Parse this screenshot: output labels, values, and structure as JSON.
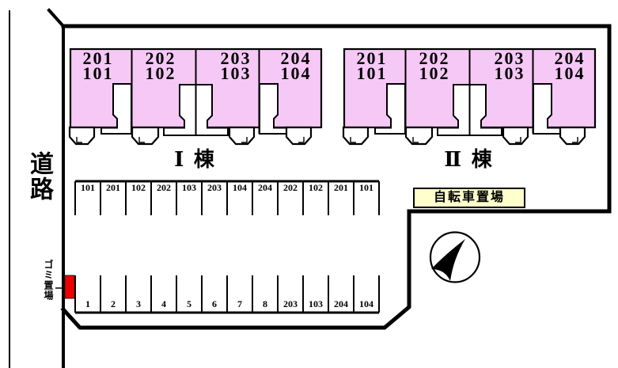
{
  "plan": {
    "road_label": "道路",
    "trash_label": "ゴミ置場",
    "bike_label": "自転車置場"
  },
  "buildings": [
    {
      "name": "Ⅰ 棟",
      "units": [
        {
          "upper": "201",
          "lower": "101"
        },
        {
          "upper": "202",
          "lower": "102"
        },
        {
          "upper": "203",
          "lower": "103"
        },
        {
          "upper": "204",
          "lower": "104"
        }
      ]
    },
    {
      "name": "Ⅱ 棟",
      "units": [
        {
          "upper": "201",
          "lower": "101"
        },
        {
          "upper": "202",
          "lower": "102"
        },
        {
          "upper": "203",
          "lower": "103"
        },
        {
          "upper": "204",
          "lower": "104"
        }
      ]
    }
  ],
  "parking": {
    "top_row": [
      "101",
      "201",
      "102",
      "202",
      "103",
      "203",
      "104",
      "204",
      "202",
      "102",
      "201",
      "101"
    ],
    "bottom_row": [
      "1",
      "2",
      "3",
      "4",
      "5",
      "6",
      "7",
      "8",
      "203",
      "103",
      "204",
      "104"
    ]
  },
  "colors": {
    "building_fill": "#F6C8F6",
    "bike_area_bg": "#FFFFCC",
    "trash_red": "#EE0000",
    "line": "#000000"
  },
  "icons": {
    "compass": "north-arrow-icon"
  }
}
